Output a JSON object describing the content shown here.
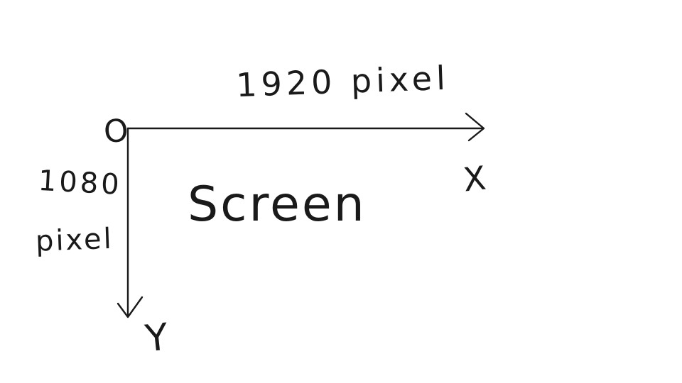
{
  "diagram": {
    "origin_label": "O",
    "x_axis_label": "X",
    "y_axis_label": "Y",
    "x_extent_label": "1920 pixel",
    "y_extent_value": "1080",
    "y_extent_unit": "pixel",
    "center_label": "Screen",
    "colors": {
      "background": "#ffffff",
      "ink": "#1a1a1a"
    }
  }
}
